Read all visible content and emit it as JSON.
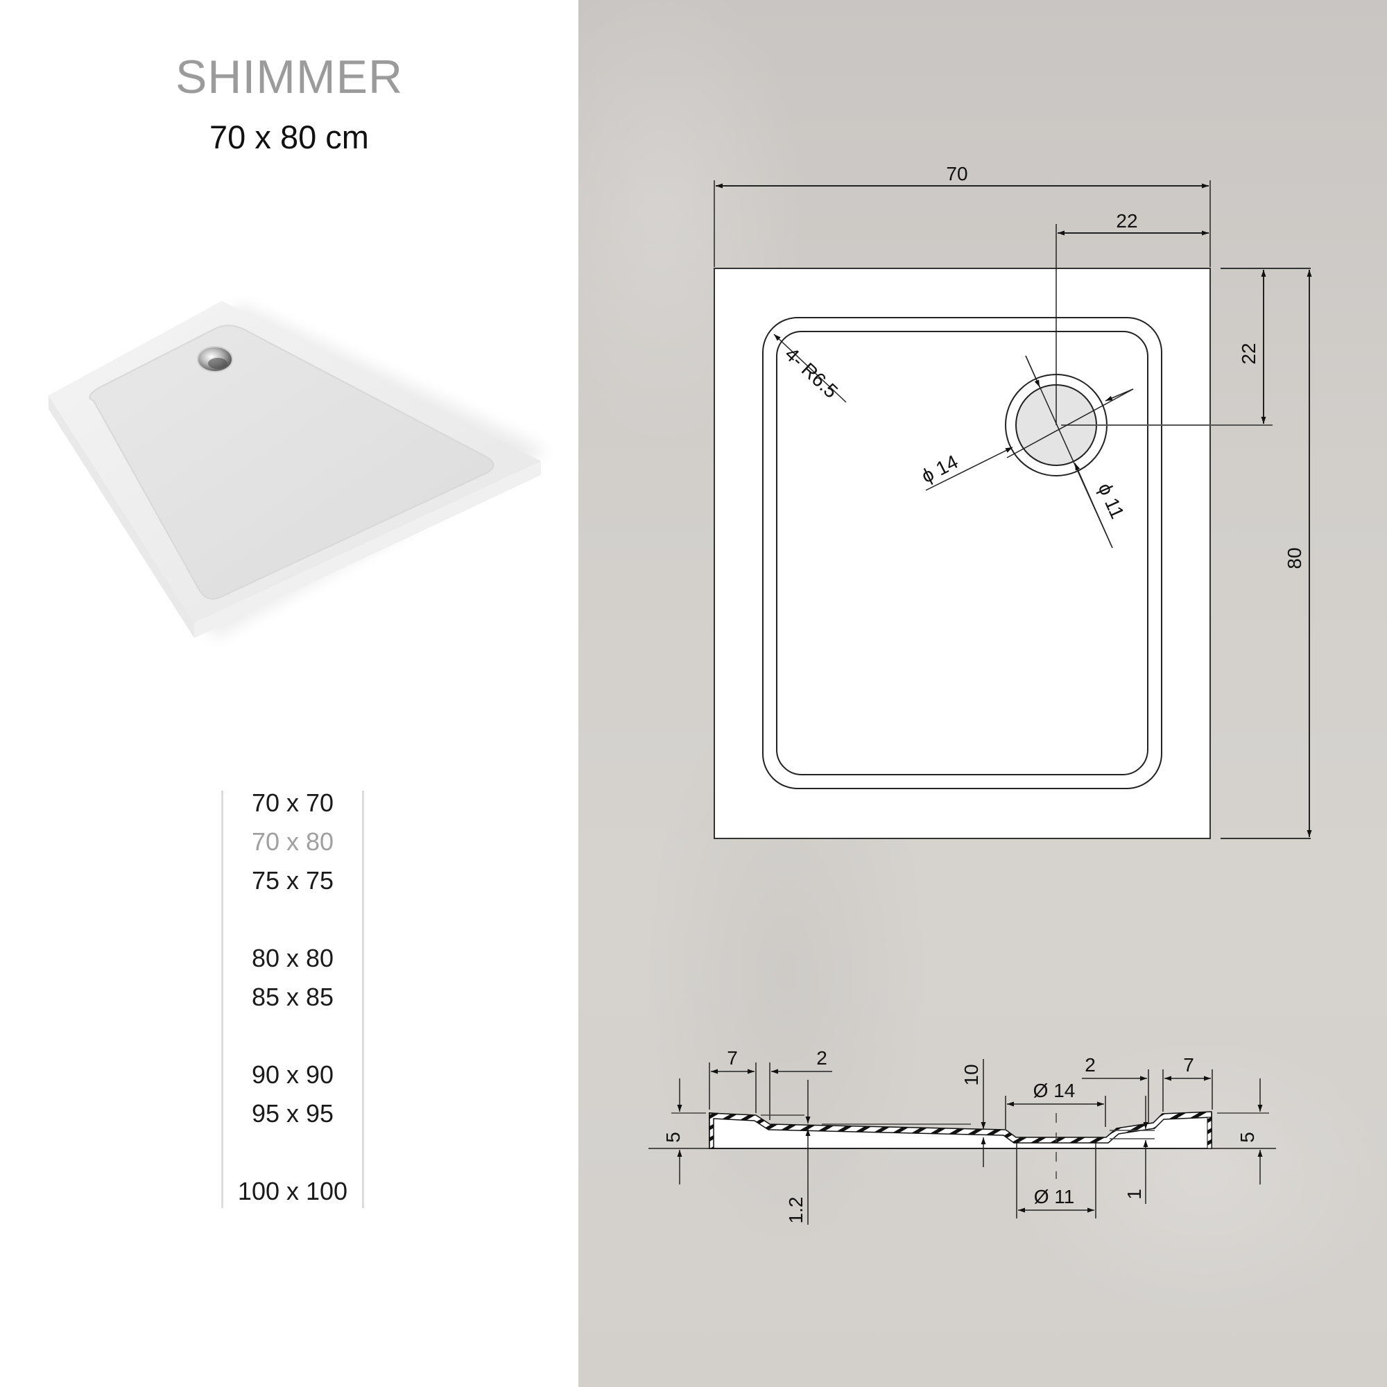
{
  "product": {
    "name": "SHIMMER",
    "size_label": "70 x 80 cm",
    "image_alt": "white rectangular shower tray with chrome drain"
  },
  "size_list": {
    "items": [
      {
        "label": "70 x 70",
        "active": false
      },
      {
        "label": "70 x 80",
        "active": true
      },
      {
        "label": "75 x 75",
        "active": false
      },
      {
        "label": "80 x 80",
        "active": false
      },
      {
        "label": "85 x 85",
        "active": false
      },
      {
        "label": "90 x 90",
        "active": false
      },
      {
        "label": "95 x 95",
        "active": false
      },
      {
        "label": "100 x 100",
        "active": false
      }
    ]
  },
  "plan_view": {
    "width": "70",
    "height": "80",
    "drain_offset_x": "22",
    "drain_offset_y": "22",
    "corner_radius": "4- R6.5",
    "outer_diameter": "ϕ 14",
    "inner_diameter": "ϕ 11"
  },
  "section_view": {
    "rim_width_left": "7",
    "slope_left": "2",
    "height_left": "5",
    "base_thickness": "1.2",
    "depth": "10",
    "drain_outer": "Ø 14",
    "drain_inner": "Ø 11",
    "slope_right": "2",
    "rim_width_right": "7",
    "step_right": "1",
    "height_right": "5"
  },
  "colors": {
    "title_gray": "#9b9b9b",
    "active_size": "#a0a0a0",
    "concrete": "#d2cfcb",
    "line": "#111111",
    "drain_fill": "#e4e4e4"
  }
}
